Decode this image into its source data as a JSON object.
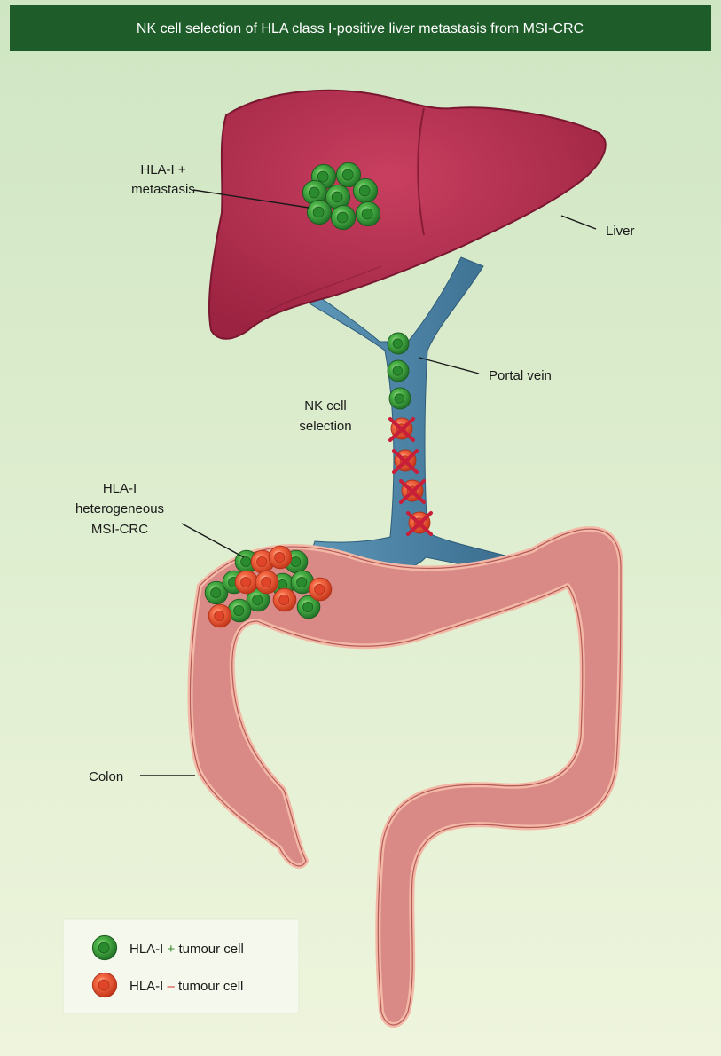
{
  "title": "NK cell selection of HLA class I-positive liver metastasis from MSI-CRC",
  "labels": {
    "metastasis_line1": "HLA-I +",
    "metastasis_line2": "metastasis",
    "liver": "Liver",
    "portal_vein": "Portal vein",
    "nk_line1": "NK cell",
    "nk_line2": "selection",
    "tumour_line1": "HLA-I",
    "tumour_line2": "heterogeneous",
    "tumour_line3": "MSI-CRC",
    "colon": "Colon"
  },
  "legend": {
    "positive_prefix": "HLA-I",
    "positive_sign": "+",
    "positive_suffix": "tumour cell",
    "negative_prefix": "HLA-I",
    "negative_sign": "–",
    "negative_suffix": "tumour cell"
  },
  "colors": {
    "header_bg": "#1e5c2a",
    "background_top": "#cfe6c3",
    "background_bottom": "#eef5dc",
    "liver": "#b72e4f",
    "liver_dark": "#8e1d38",
    "portal_vein": "#4f86a8",
    "colon": "#d98a86",
    "colon_edge": "#f3b9a6",
    "positive_cell": "#3aa23f",
    "negative_cell": "#ef5a3c",
    "positive_sign": "#3a8a35",
    "negative_sign": "#d32a2a",
    "cross": "#c81e3a"
  },
  "icons": [
    "hla-positive-cell-icon",
    "hla-negative-cell-icon",
    "cross-mark-icon"
  ]
}
